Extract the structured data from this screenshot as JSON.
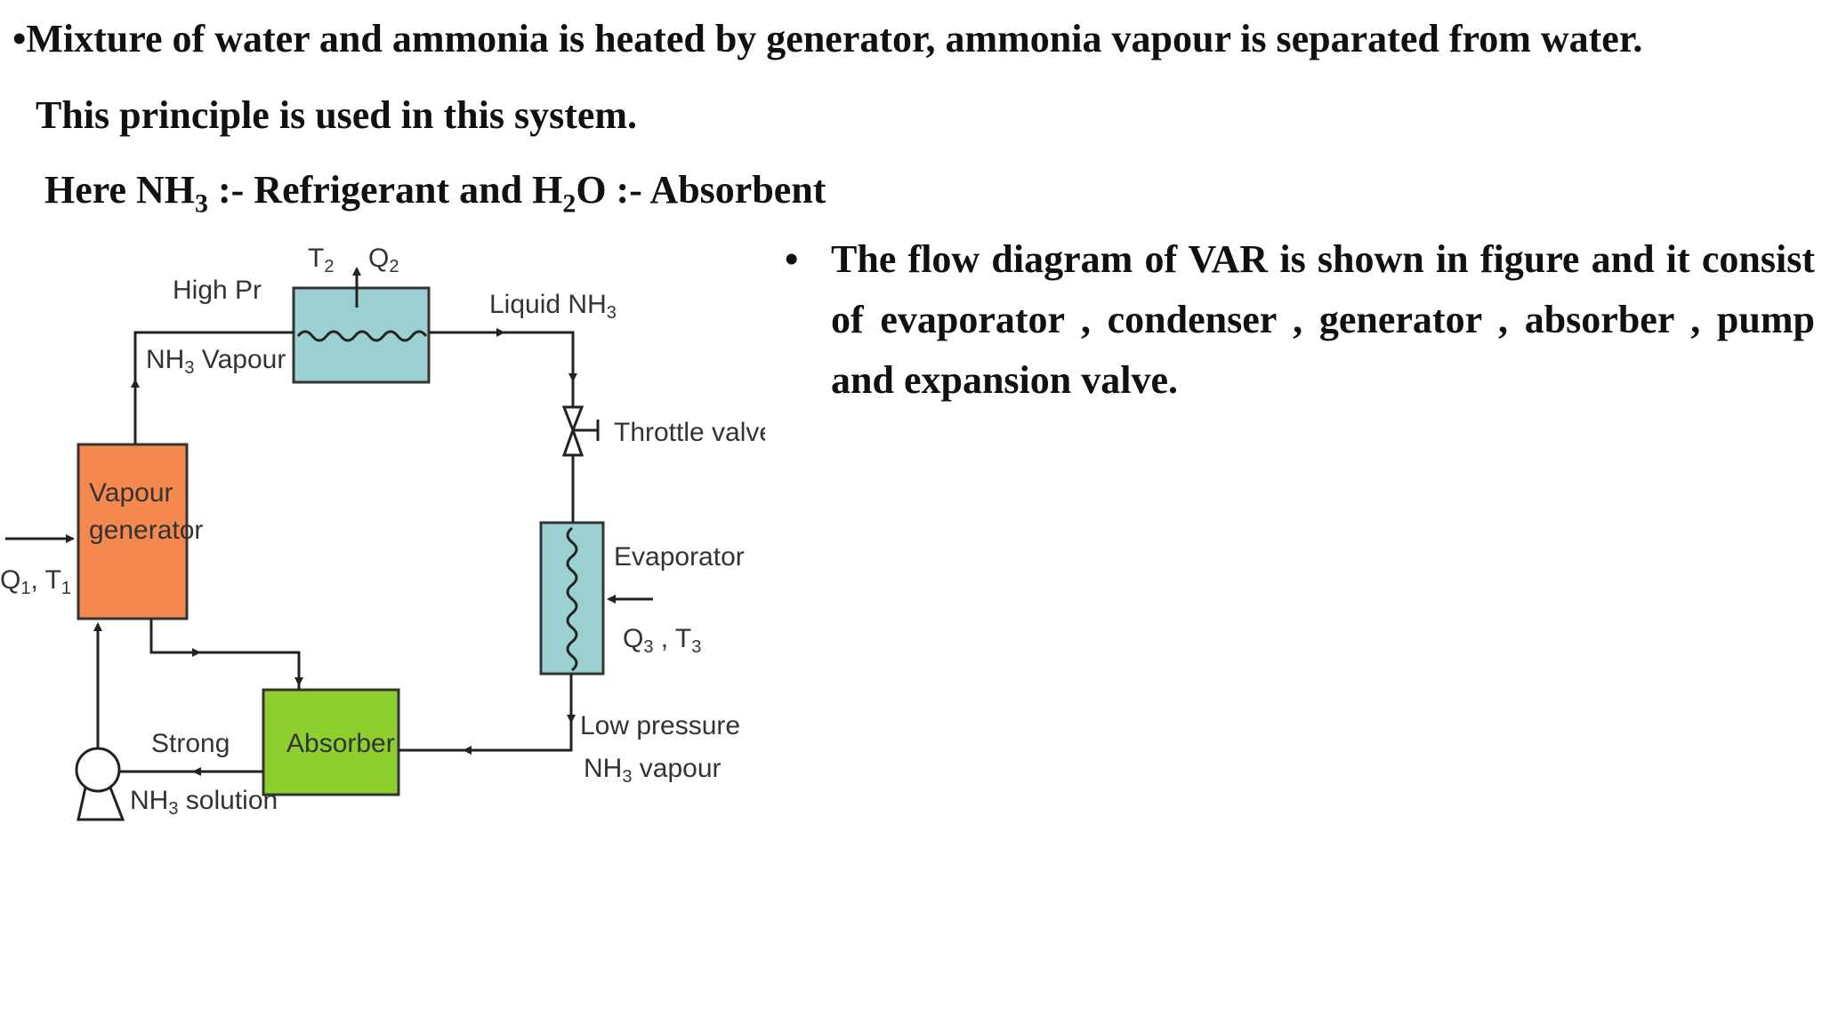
{
  "slide": {
    "line1": "•Mixture of water and ammonia is heated by generator, ammonia vapour is separated from water.",
    "line2": "This principle is used in this system.",
    "line3": {
      "part_a": "Here NH",
      "sub_a": "3",
      "part_b": " :- Refrigerant and H",
      "sub_b": "2",
      "part_c": "O :- Absorbent"
    },
    "bullet_marker": "•",
    "bullet_text": "The flow diagram of VAR is shown in figure and it consist of evaporator , condenser , generator , absorber , pump and expansion valve."
  },
  "diagram": {
    "high_pr": "High Pr",
    "nh3_vapour": "NH",
    "nh3_vapour_sub": "3",
    "nh3_vapour_tail": " Vapour",
    "t2": "T",
    "t2_sub": "2",
    "q2": "Q",
    "q2_sub": "2",
    "liquid_nh3": "Liquid NH",
    "liquid_nh3_sub": "3",
    "throttle_valve": "Throttle valve",
    "vapour_generator_1": "Vapour",
    "vapour_generator_2": "generator",
    "q1t1_q": "Q",
    "q1t1_q_sub": "1",
    "q1t1_mid": ", T",
    "q1t1_t_sub": "1",
    "evaporator": "Evaporator",
    "q3": "Q",
    "q3_sub": "3",
    "q3_mid": " ,  T",
    "t3_sub": "3",
    "absorber": "Absorber",
    "strong": "Strong",
    "nh3_solution": "NH",
    "nh3_solution_sub": "3",
    "nh3_solution_tail": " solution",
    "low_pressure": "Low pressure",
    "low_nh3": "NH",
    "low_nh3_sub": "3",
    "low_nh3_tail": " vapour",
    "colors": {
      "condenser": "#9ccfd1",
      "evaporator": "#9ccfd1",
      "generator": "#f4884f",
      "absorber": "#8ccf2e",
      "line": "#222222"
    }
  }
}
